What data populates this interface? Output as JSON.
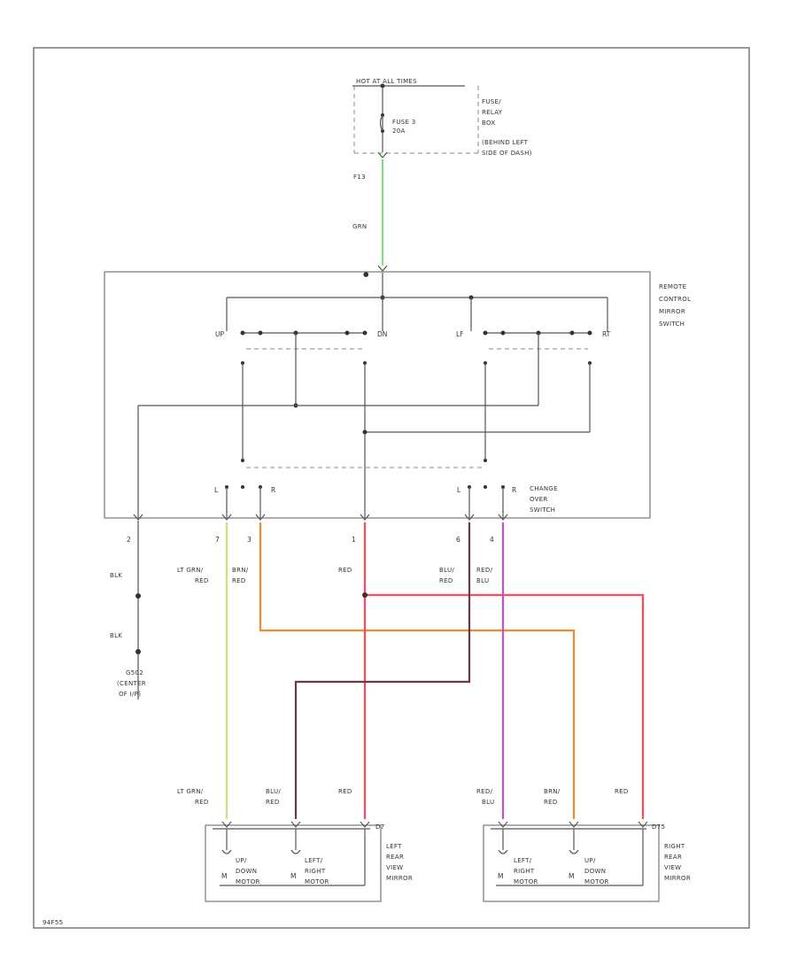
{
  "fuse_box": {
    "header": "HOT AT ALL TIMES",
    "fuse": [
      "FUSE 3",
      "20A"
    ],
    "name": [
      "FUSE/",
      "RELAY",
      "BOX",
      "(BEHIND LEFT",
      "SIDE OF DASH)"
    ],
    "terminal": "F13"
  },
  "wire_grn": "GRN",
  "remote_switch": {
    "name": [
      "REMOTE",
      "CONTROL",
      "MIRROR",
      "SWITCH"
    ],
    "up": "UP",
    "down": "DN",
    "left": "LF",
    "right": "RT",
    "left_pos": "L",
    "right_pos": "R"
  },
  "change_over": {
    "name": [
      "CHANGE",
      "OVER",
      "SWITCH"
    ]
  },
  "pins": [
    "2",
    "7",
    "3",
    "1",
    "6",
    "4"
  ],
  "wires": {
    "blk": "BLK",
    "lt_grn_red": [
      "LT GRN/",
      "RED"
    ],
    "brn_red": [
      "BRN/",
      "RED"
    ],
    "red": "RED",
    "blu_red": [
      "BLU/",
      "RED"
    ],
    "red_blu": [
      "RED/",
      "BLU"
    ]
  },
  "ground": {
    "id": "G502",
    "location": [
      "(CENTER",
      "OF I/P)"
    ]
  },
  "left_mirror": {
    "wires": [
      [
        "LT GRN/",
        "RED"
      ],
      [
        "BLU/",
        "RED"
      ],
      [
        "RED"
      ]
    ],
    "terminal": "D7",
    "name": [
      "LEFT",
      "REAR",
      "VIEW",
      "MIRROR"
    ],
    "motor1": [
      "UP/",
      "DOWN",
      "MOTOR"
    ],
    "motor2": [
      "LEFT/",
      "RIGHT",
      "MOTOR"
    ],
    "motor_tag": "M"
  },
  "right_mirror": {
    "wires": [
      [
        "RED/",
        "BLU"
      ],
      [
        "BRN/",
        "RED"
      ],
      [
        "RED"
      ]
    ],
    "terminal": "D75",
    "name": [
      "RIGHT",
      "REAR",
      "VIEW",
      "MIRROR"
    ],
    "motor1": [
      "LEFT/",
      "RIGHT",
      "MOTOR"
    ],
    "motor2": [
      "UP/",
      "DOWN",
      "MOTOR"
    ],
    "motor_tag": "M"
  },
  "footer_code": "94F55",
  "colors": {
    "grn": "#7ee07e",
    "lt_grn_red": "#d8d87a",
    "brn_red": "#f08a30",
    "red": "#ff4a5a",
    "blu_red": "#6a3a44",
    "red_blu": "#c050c8"
  }
}
